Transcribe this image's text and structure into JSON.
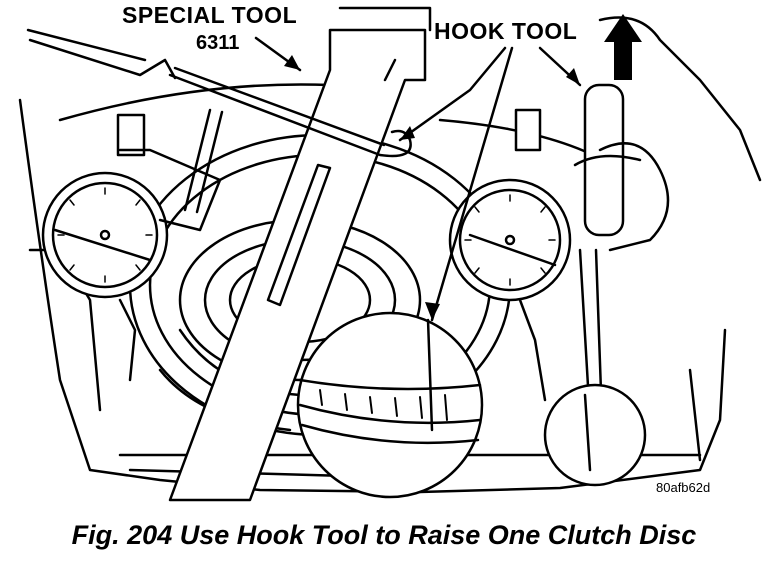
{
  "labels": {
    "special_tool": "SPECIAL TOOL",
    "tool_number": "6311",
    "hook_tool": "HOOK TOOL",
    "reference_code": "80afb62d"
  },
  "caption": "Fig. 204 Use Hook Tool to Raise One Clutch Disc"
}
